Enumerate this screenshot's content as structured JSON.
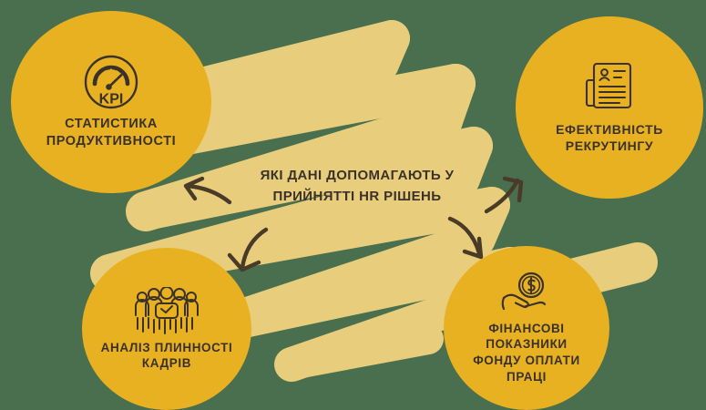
{
  "graphic": {
    "title": "ЯКІ ДАНІ ДОПОМАГАЮТЬ У\nПРИЙНЯТТІ HR РІШЕНЬ",
    "colors": {
      "background": "#4a6f4e",
      "scribble": "#e8ce7c",
      "node_fill": "#e8b122",
      "ink": "#3a3228",
      "arrow": "#4a3a28"
    }
  },
  "nodes": [
    {
      "id": "kpi",
      "icon": "kpi-gauge-icon",
      "icon_text": "KPI",
      "label": "СТАТИСТИКА\nПРОДУКТИВНОСТІ"
    },
    {
      "id": "recruit",
      "icon": "resume-document-icon",
      "label": "ЕФЕКТИВНІСТЬ\nРЕКРУТИНГУ"
    },
    {
      "id": "turnover",
      "icon": "people-group-icon",
      "label": "АНАЛІЗ ПЛИННОСТІ\nКАДРІВ"
    },
    {
      "id": "payroll",
      "icon": "hand-holding-coin-icon",
      "label": "ФІНАНСОВІ\nПОКАЗНИКИ\nФОНДУ ОПЛАТИ\nПРАЦІ"
    }
  ],
  "arrows": [
    {
      "id": "arrow-to-kpi",
      "direction": "up-left"
    },
    {
      "id": "arrow-to-turnover",
      "direction": "down-left"
    },
    {
      "id": "arrow-to-recruit",
      "direction": "up-right"
    },
    {
      "id": "arrow-to-payroll",
      "direction": "down-right"
    }
  ]
}
